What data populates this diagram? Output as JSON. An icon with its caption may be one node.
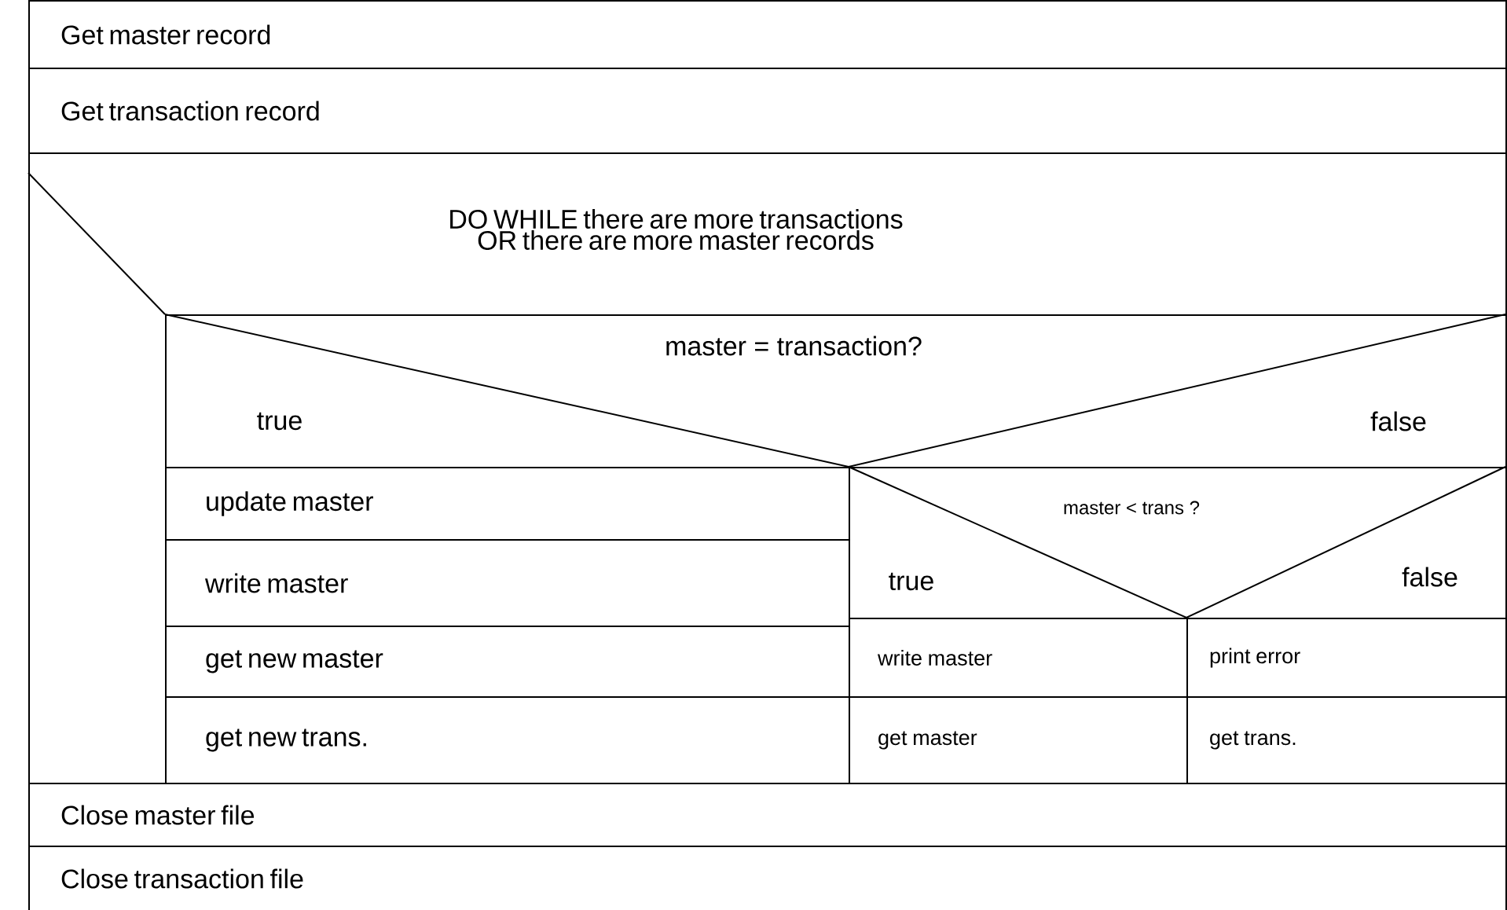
{
  "diagram": {
    "nodes": [
      {
        "text": [
          "Get master record"
        ]
      },
      {
        "text": [
          "Get transaction record"
        ]
      },
      {
        "text": [
          "DO WHILE there are more transactions OR there are more master records"
        ]
      },
      {
        "text": [
          "master = transaction?",
          "true",
          "false"
        ],
        "in": 2
      },
      {
        "text": [
          "update master"
        ],
        "in": 2
      },
      {
        "text": [
          "write master"
        ],
        "in": 2
      },
      {
        "text": [
          "get new master"
        ],
        "in": 2
      },
      {
        "text": [
          "get new trans."
        ],
        "in": 2
      },
      {
        "text": [
          "master < trans ?",
          "true",
          "false"
        ],
        "in": 2
      },
      {
        "text": [
          "write master"
        ],
        "in": 2
      },
      {
        "text": [
          "get master"
        ],
        "in": 2
      },
      {
        "text": [
          "print error"
        ],
        "in": 2
      },
      {
        "text": [
          "get trans."
        ],
        "in": 2
      },
      {
        "text": [
          "Close master file"
        ]
      },
      {
        "text": [
          "Close transaction file"
        ]
      }
    ]
  }
}
